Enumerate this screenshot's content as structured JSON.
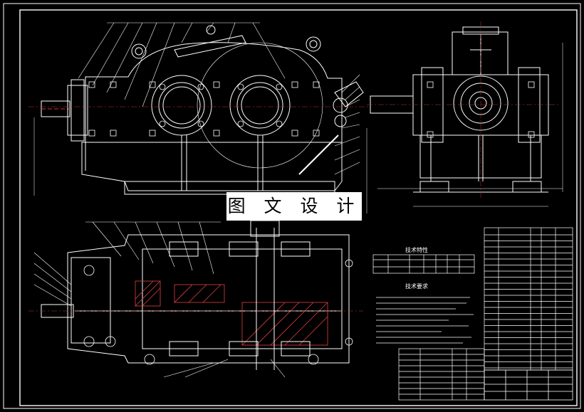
{
  "watermark": {
    "text": "图 文 设 计"
  },
  "tech_char": {
    "title": "技术特性"
  },
  "tech_req": {
    "title": "技术要求"
  },
  "colors": {
    "background": "#000000",
    "line": "#ffffff",
    "hatch": "#e04040",
    "center": "#c83232"
  }
}
